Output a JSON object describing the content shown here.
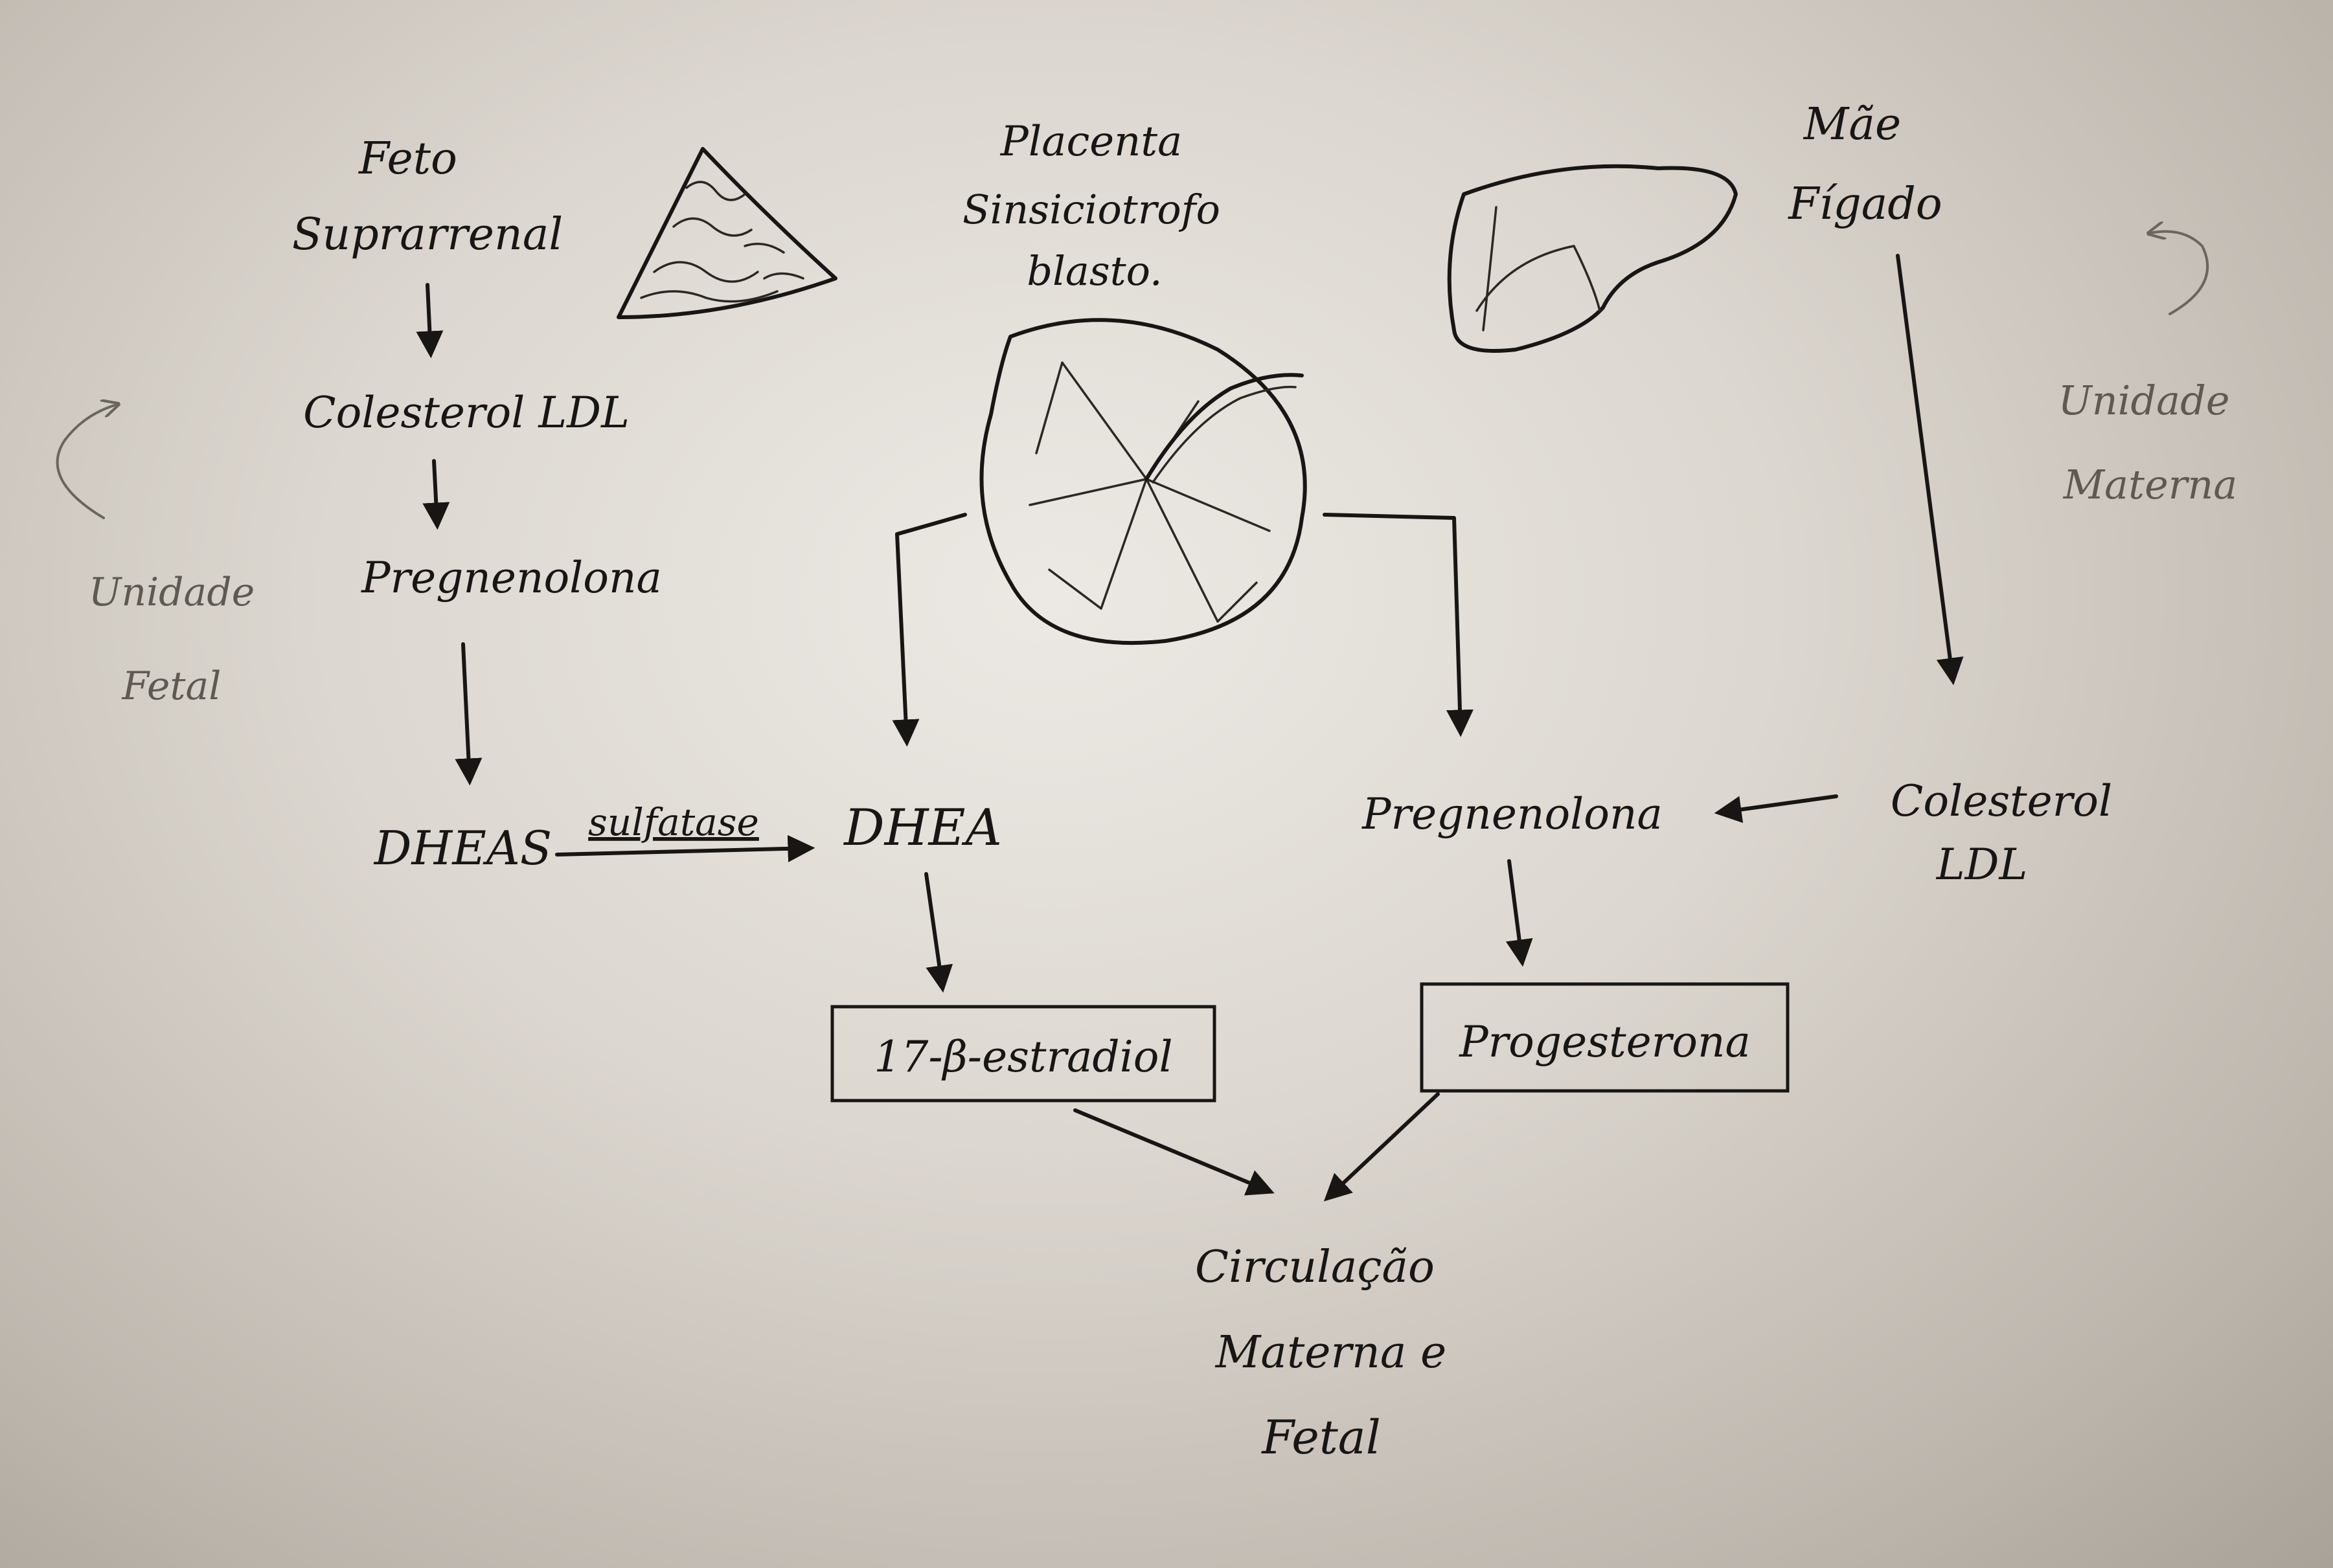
{
  "fetal": {
    "title_line1": "Feto",
    "title_line2": "Suprarrenal",
    "cholesterol": "Colesterol LDL",
    "pregnenolone": "Pregnenolona",
    "dheas": "DHEAS",
    "unit_line1": "Unidade",
    "unit_line2": "Fetal"
  },
  "placenta": {
    "title_line1": "Placenta",
    "title_line2": "Sinsiciotrofo",
    "title_line3": "blasto.",
    "enzyme": "sulfatase",
    "dhea": "DHEA",
    "pregnenolone": "Pregnenolona",
    "estradiol": "17-β-estradiol",
    "progesterone": "Progesterona"
  },
  "maternal": {
    "title_line1": "Mãe",
    "title_line2": "Fígado",
    "cholesterol_line1": "Colesterol",
    "cholesterol_line2": "LDL",
    "unit_line1": "Unidade",
    "unit_line2": "Materna"
  },
  "output": {
    "line1": "Circulação",
    "line2": "Materna e",
    "line3": "Fetal"
  },
  "icons": [
    "adrenal-gland-sketch",
    "placenta-sketch",
    "liver-sketch",
    "curved-arrow-icon"
  ]
}
